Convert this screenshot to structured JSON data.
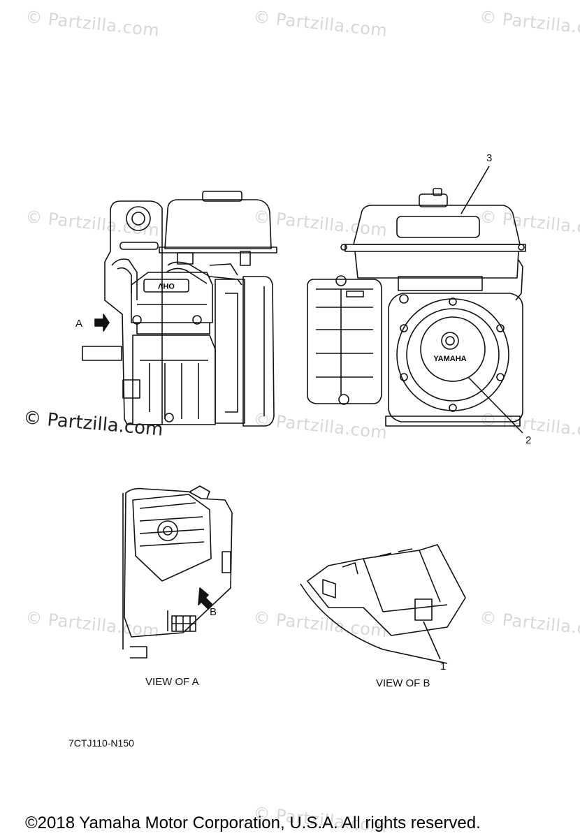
{
  "watermarks": [
    "© Partzilla.com",
    "© Partzilla.com",
    "© Partzilla.com",
    "© Partzilla.com",
    "© Partzilla.com",
    "© Partzilla.com",
    "© Partzilla.com",
    "© Partzilla.com",
    "© Partzilla.com",
    "© Partzilla.com",
    "© Partzilla.com",
    "© Partzilla.com"
  ],
  "main_watermark": "© Partzilla.com",
  "callouts": {
    "c1": "1",
    "c2": "2",
    "c3": "3"
  },
  "view_a_arrow": "A",
  "view_b_arrow": "B",
  "engine_labels": {
    "ohv": "OHV",
    "brand": "YAMAHA"
  },
  "views": {
    "a": "VIEW OF A",
    "b": "VIEW OF B"
  },
  "diagram_code": "7CTJ110-N150",
  "copyright": "©2018  Yamaha Motor Corporation, U.S.A. All rights reserved."
}
